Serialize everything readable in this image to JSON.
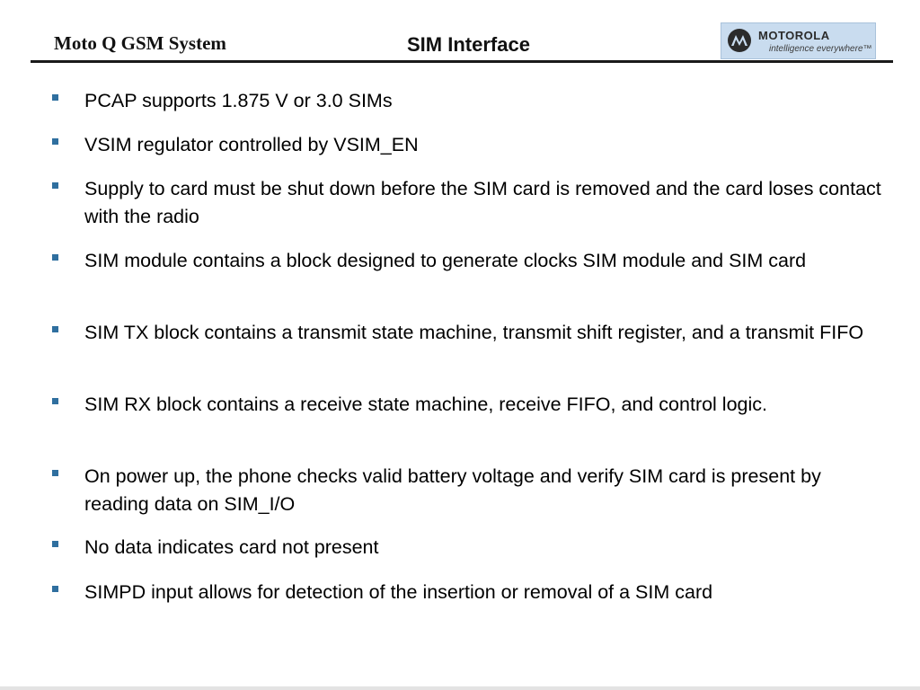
{
  "header": {
    "left_title": "Moto Q GSM System",
    "center_title": "SIM Interface"
  },
  "logo": {
    "name": "MOTOROLA",
    "tagline": "intelligence everywhere™",
    "icon": "motorola-batwing-logo",
    "background": "#c9dcef"
  },
  "colors": {
    "bullet": "#2f6f9f",
    "rule": "#1a1a1a"
  },
  "bullets": [
    "PCAP supports 1.875 V or 3.0 SIMs",
    "VSIM regulator controlled by VSIM_EN",
    "Supply to card must be shut down before the SIM card is removed and the card loses contact with the radio",
    "SIM module contains a block designed to generate clocks SIM module and SIM card",
    "SIM TX block contains a transmit state machine, transmit shift register, and a transmit FIFO",
    "SIM RX block contains a receive state machine, receive FIFO, and control logic.",
    "On power up, the phone checks valid battery voltage and verify SIM card is present by reading data on SIM_I/O",
    "No data indicates card not present",
    "SIMPD input allows for detection of the insertion or removal of a SIM card"
  ]
}
